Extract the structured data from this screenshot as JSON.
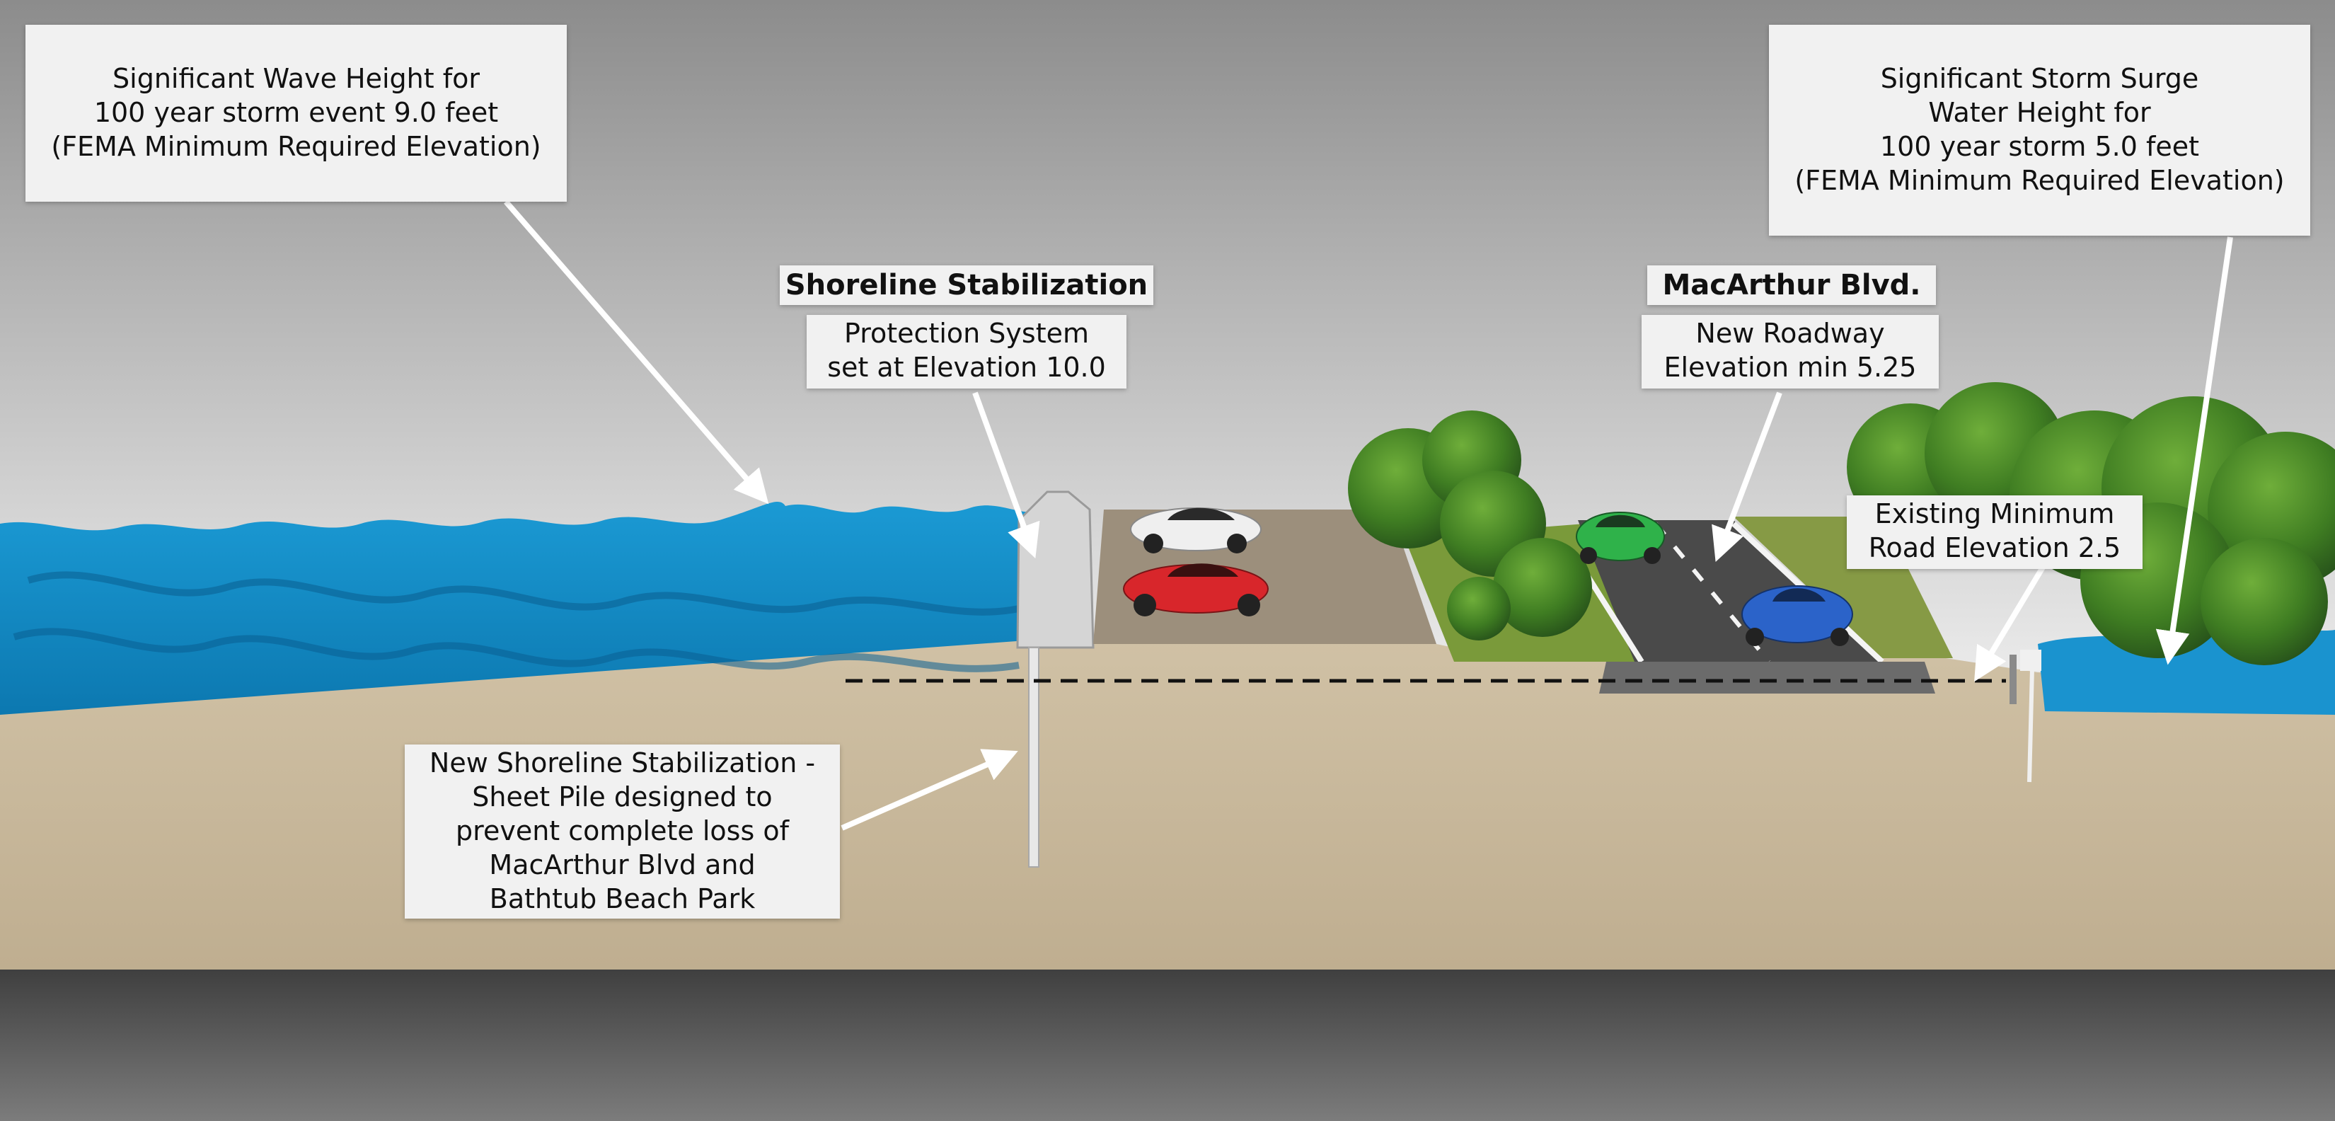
{
  "callouts": {
    "wave_height": {
      "lines": [
        "Significant Wave Height for",
        "100 year storm event 9.0 feet",
        "(FEMA Minimum Required Elevation)"
      ]
    },
    "storm_surge": {
      "lines": [
        "Significant Storm Surge",
        "Water Height for",
        "100 year storm 5.0 feet",
        "(FEMA Minimum Required Elevation)"
      ]
    },
    "shoreline": {
      "title": "Shoreline Stabilization",
      "lines": [
        "Protection System",
        "set at Elevation 10.0"
      ]
    },
    "macarthur": {
      "title": "MacArthur Blvd.",
      "lines": [
        "New Roadway",
        "Elevation min 5.25"
      ]
    },
    "existing_road": {
      "lines": [
        "Existing Minimum",
        "Road Elevation 2.5"
      ]
    },
    "sheet_pile": {
      "lines": [
        "New Shoreline Stabilization -",
        "Sheet Pile designed to",
        "prevent complete loss of",
        "MacArthur Blvd and",
        "Bathtub Beach Park"
      ]
    }
  },
  "colors": {
    "ocean": "#1391c9",
    "ocean_dark": "#0a6fa3",
    "sand": "#c7b79b",
    "sky_top": "#8f8f8f",
    "sky_bottom": "#f4f4f4",
    "car_red": "#d8262b",
    "car_white": "#eeeeee",
    "car_green": "#2fb24a",
    "car_blue": "#2b63c9"
  }
}
